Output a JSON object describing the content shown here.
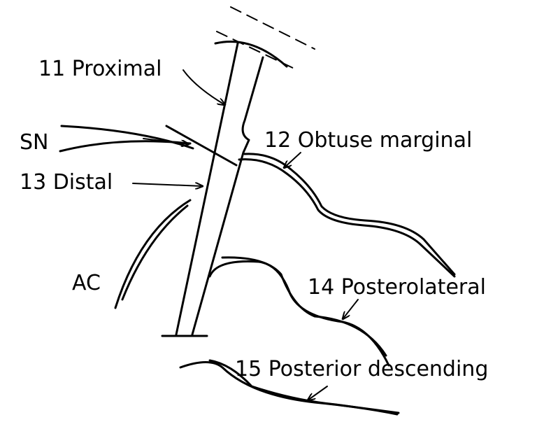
{
  "labels": {
    "proximal": "11 Proximal",
    "sn": "SN",
    "distal": "13 Distal",
    "obtuse_marginal": "12 Obtuse marginal",
    "ac": "AC",
    "posterolateral": "14 Posterolateral",
    "posterior_descending": "15 Posterior descending"
  },
  "colors": {
    "ink": "#000000",
    "background": "#ffffff"
  }
}
